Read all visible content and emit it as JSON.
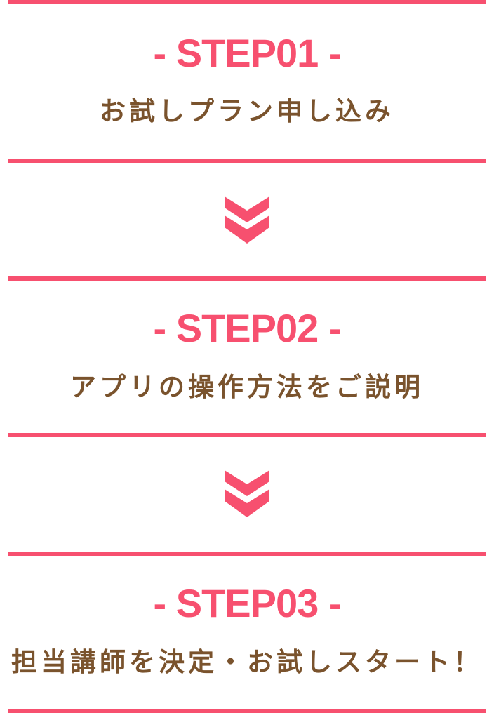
{
  "colors": {
    "accent": "#F7506F",
    "text_brown": "#7A532D",
    "background": "#FFFFFF"
  },
  "steps": [
    {
      "title": "- STEP01 -",
      "description": "お試しプラン申し込み"
    },
    {
      "title": "- STEP02 -",
      "description": "アプリの操作方法をご説明"
    },
    {
      "title": "- STEP03 -",
      "description": "担当講師を決定・お試しスタート！"
    }
  ],
  "arrows": [
    {
      "icon": "double-chevron-down-icon"
    },
    {
      "icon": "double-chevron-down-icon"
    }
  ]
}
